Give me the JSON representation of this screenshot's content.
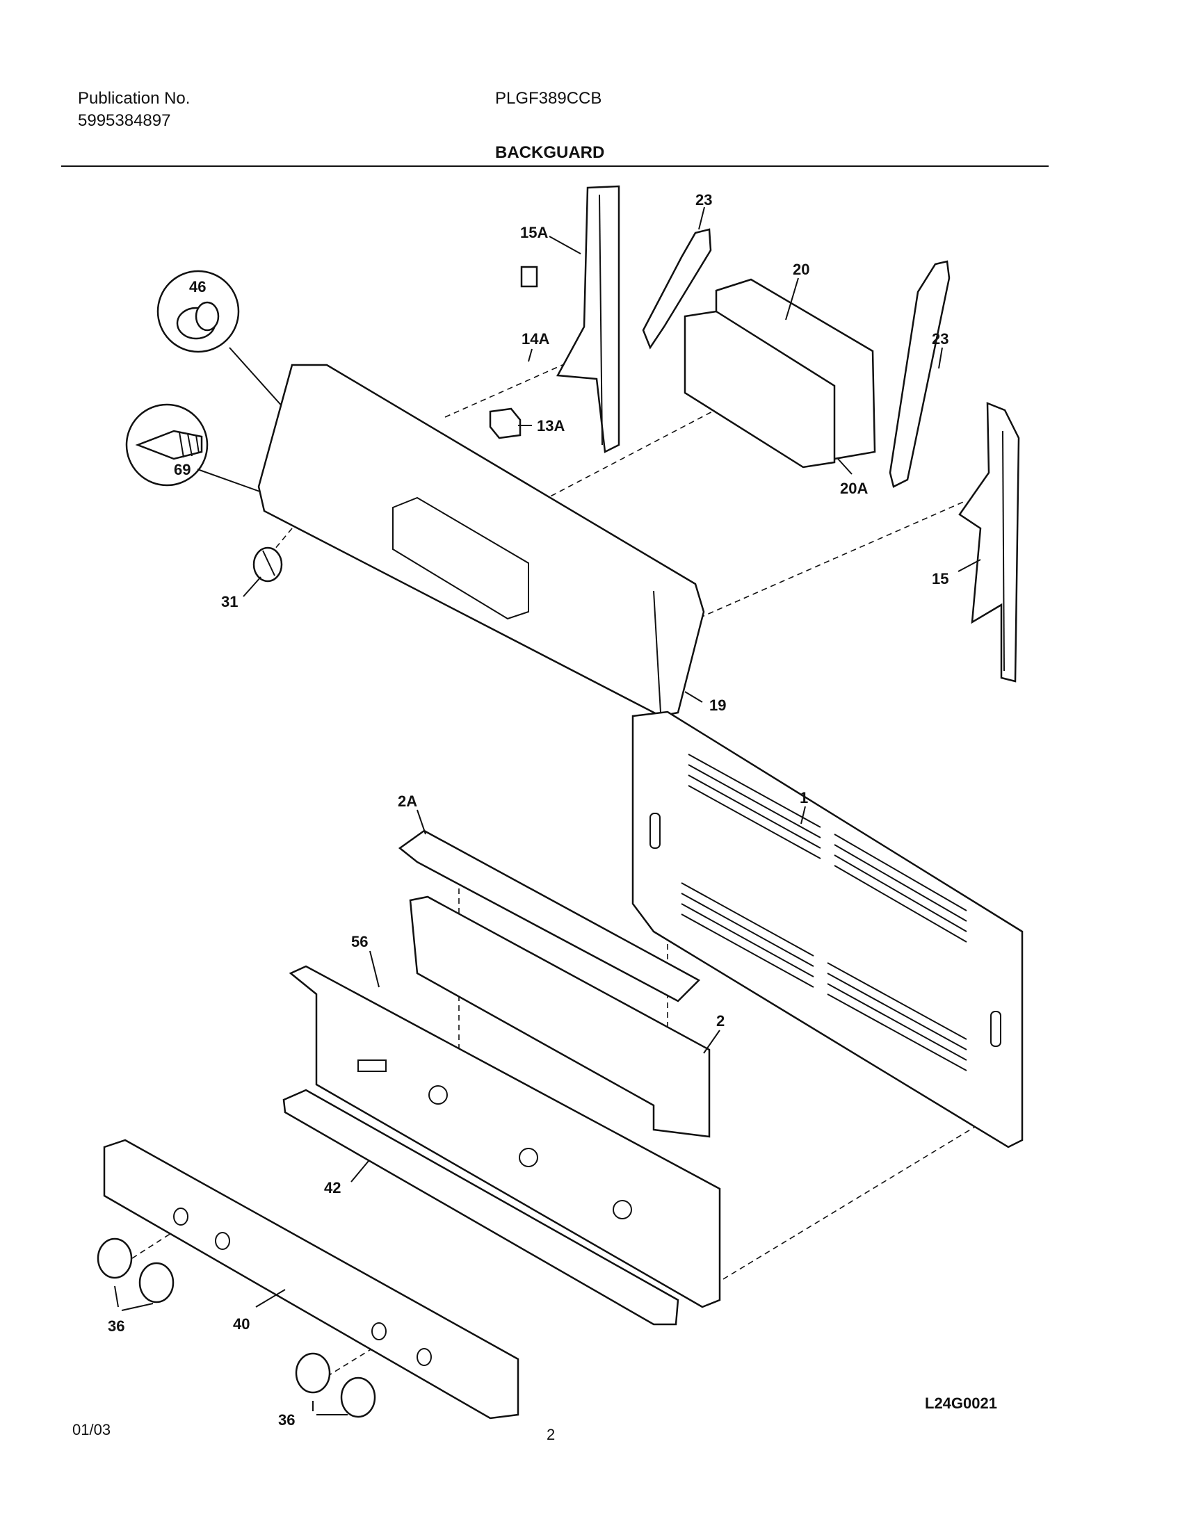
{
  "header": {
    "publication_label": "Publication No.",
    "publication_number": "5995384897",
    "model": "PLGF389CCB",
    "section_title": "BACKGUARD"
  },
  "footer": {
    "date": "01/03",
    "page_number": "2",
    "diagram_code": "L24G0021"
  },
  "callouts": {
    "c1": "1",
    "c2": "2",
    "c2a": "2A",
    "c13a": "13A",
    "c14a": "14A",
    "c15": "15",
    "c15a": "15A",
    "c19": "19",
    "c20": "20",
    "c20a": "20A",
    "c23a": "23",
    "c23b": "23",
    "c31": "31",
    "c36a": "36",
    "c36b": "36",
    "c40": "40",
    "c42": "42",
    "c46": "46",
    "c56": "56",
    "c69": "69"
  }
}
